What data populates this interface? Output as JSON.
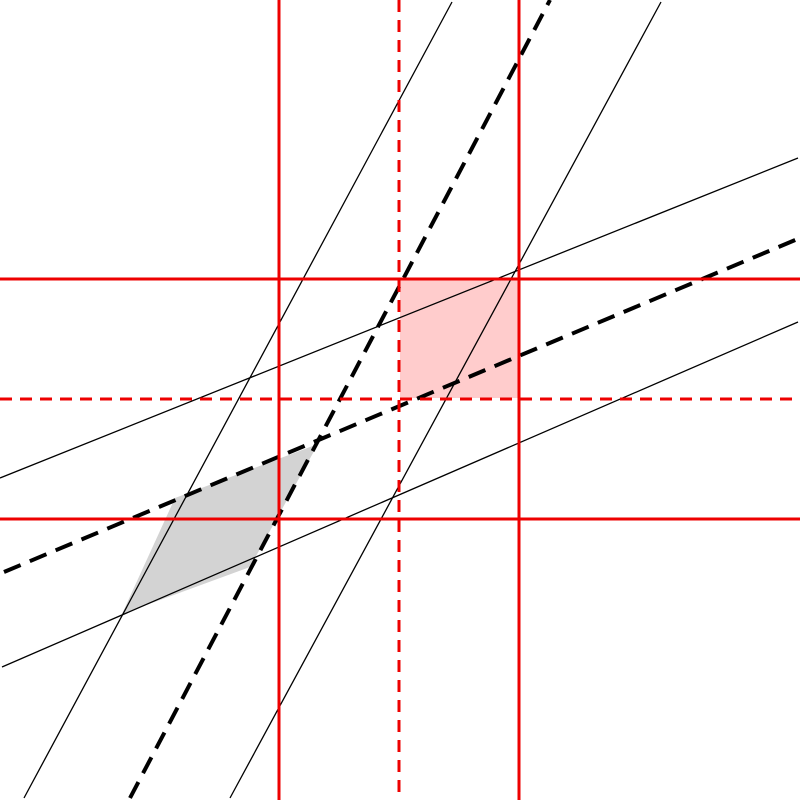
{
  "colors": {
    "background": "#ffffff",
    "grid_red": "#ee0000",
    "red_fill": "#ffcccc",
    "gray_fill": "#d3d3d3",
    "black_lines": "#000000"
  },
  "elements": {
    "red_grid_lines": [
      {
        "name": "red-vertical-line-left",
        "style": "solid"
      },
      {
        "name": "red-vertical-line-center",
        "style": "dashed"
      },
      {
        "name": "red-vertical-line-right",
        "style": "solid"
      },
      {
        "name": "red-horizontal-line-top",
        "style": "solid"
      },
      {
        "name": "red-horizontal-line-center",
        "style": "dashed"
      },
      {
        "name": "red-horizontal-line-bottom",
        "style": "solid"
      }
    ],
    "black_lines": [
      {
        "name": "black-steep-line-left",
        "style": "solid"
      },
      {
        "name": "black-steep-line-center",
        "style": "dashed"
      },
      {
        "name": "black-steep-line-right",
        "style": "solid"
      },
      {
        "name": "black-shallow-line-top",
        "style": "solid"
      },
      {
        "name": "black-shallow-line-center",
        "style": "dashed"
      },
      {
        "name": "black-shallow-line-bottom",
        "style": "solid"
      }
    ],
    "regions": [
      {
        "name": "red-square-region",
        "fill": "red"
      },
      {
        "name": "gray-parallelogram-region",
        "fill": "gray"
      }
    ]
  }
}
